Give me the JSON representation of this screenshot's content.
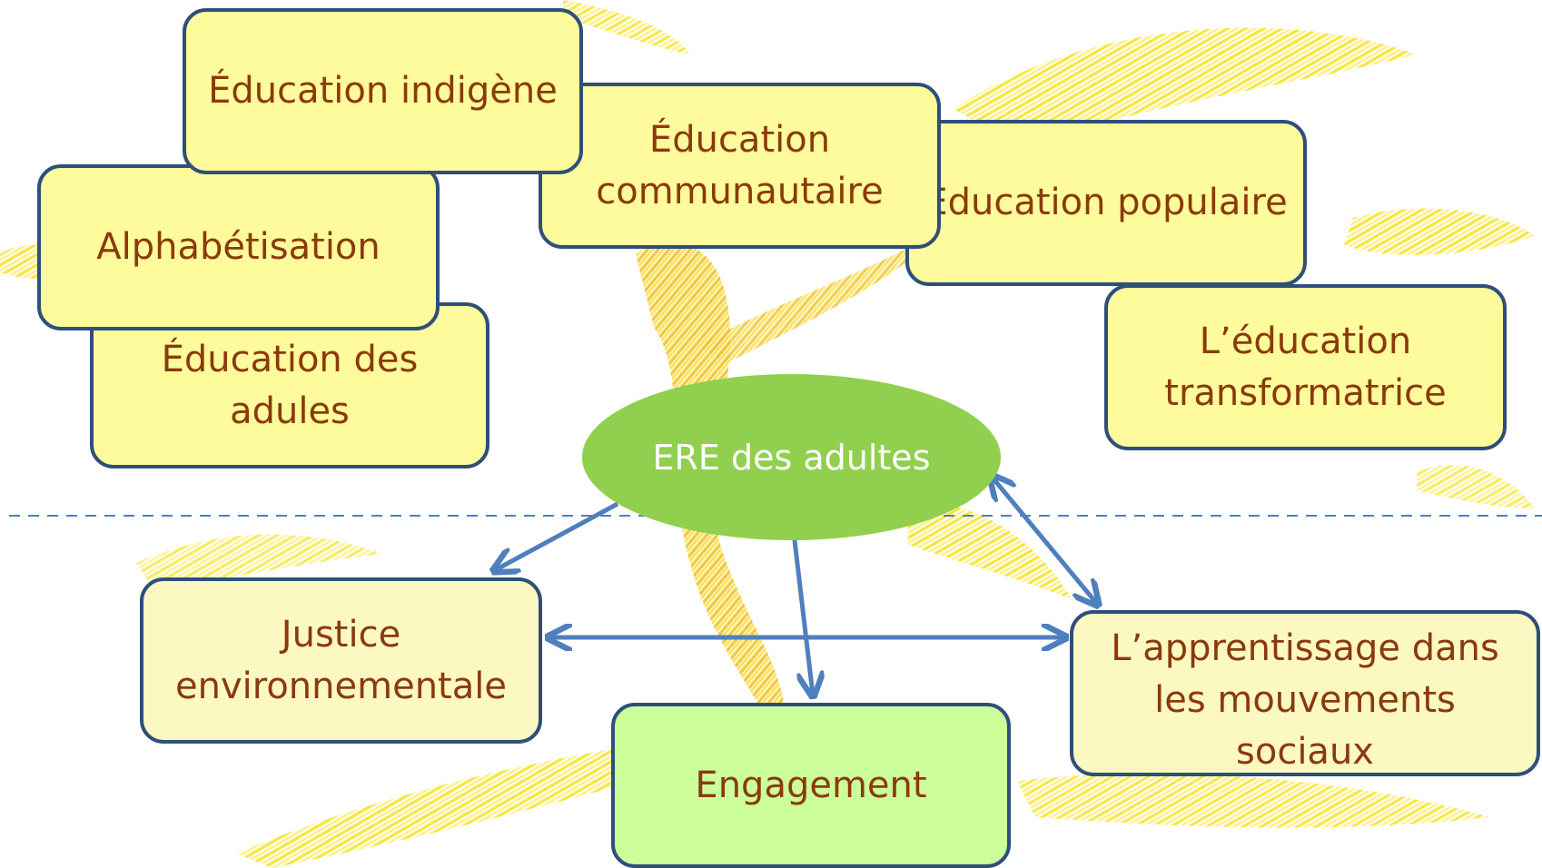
{
  "colors": {
    "box_yellow": "#fdfb9b",
    "box_cream": "#fcf8c2",
    "box_green": "#ccfe99",
    "center_ellipse": "#91cf4e",
    "border": "#2f4f7a",
    "text": "#8a3a0c",
    "arrows": "#4f7fbe",
    "dashed_line": "#4f7fbe",
    "background_strokes": "#f5e100"
  },
  "center": {
    "label": "ERE des adultes"
  },
  "top_boxes": {
    "indigenous": "Éducation indigène",
    "community": "Éducation communautaire",
    "popular": "Éducation populaire",
    "literacy": "Alphabétisation",
    "adult": "Éducation des adules",
    "transformative": "L’éducation transformatrice"
  },
  "bottom_boxes": {
    "justice": "Justice environnementale",
    "engagement": "Engagement",
    "social_movements": "L’apprentissage dans les mouvements sociaux"
  }
}
